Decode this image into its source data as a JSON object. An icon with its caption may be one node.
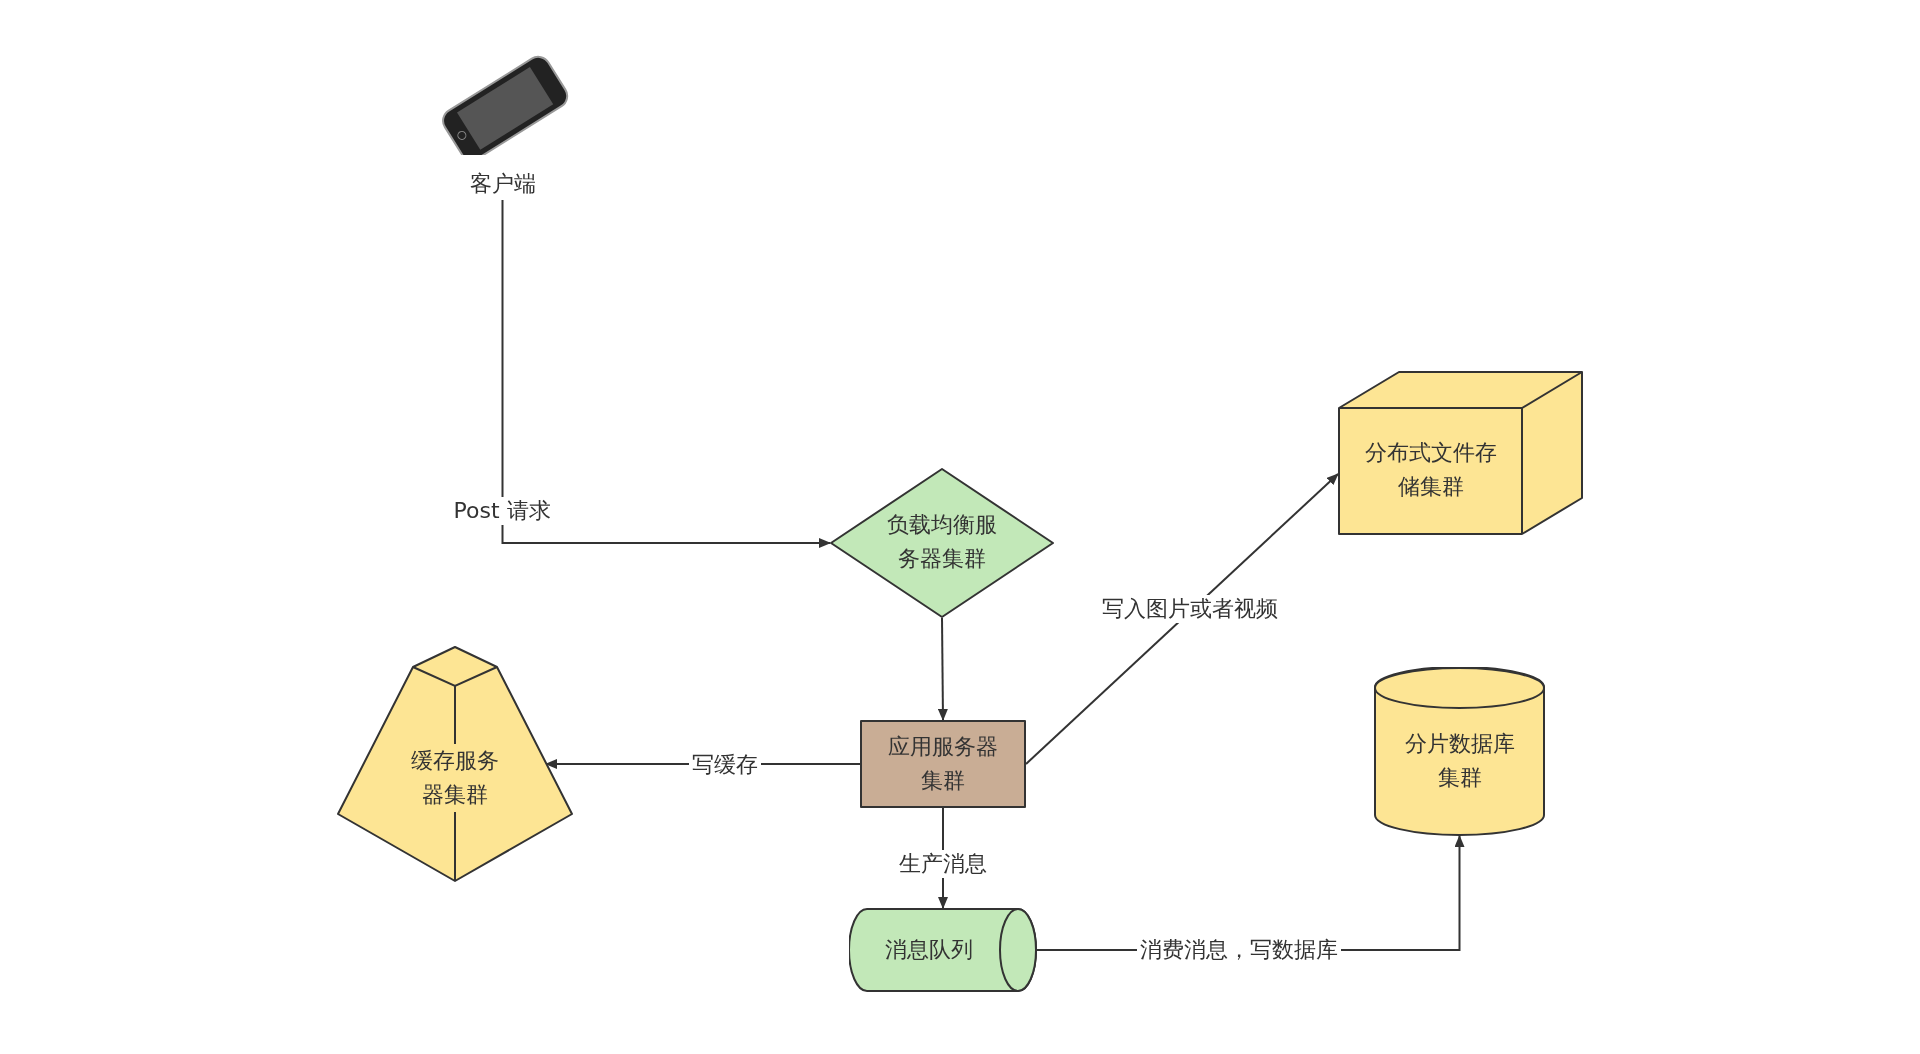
{
  "diagram": {
    "nodes": [
      {
        "text": [
          "客户端"
        ]
      },
      {
        "text": [
          "负载均衡服务器集群"
        ]
      },
      {
        "text": [
          "应用服务器集群"
        ]
      },
      {
        "text": [
          "分布式文件存储集群"
        ]
      },
      {
        "text": [
          "缓存服务器集群"
        ]
      },
      {
        "text": [
          "消息队列"
        ]
      },
      {
        "text": [
          "分片数据库集群"
        ]
      }
    ],
    "edges": [
      {
        "from": 0,
        "to": 1,
        "arrow": "to",
        "label": "Post 请求"
      },
      {
        "from": 1,
        "to": 2,
        "arrow": "to"
      },
      {
        "from": 2,
        "to": 3,
        "arrow": "to",
        "label": "写入图片或者视频"
      },
      {
        "from": 2,
        "to": 4,
        "arrow": "to",
        "label": "写缓存"
      },
      {
        "from": 2,
        "to": 5,
        "arrow": "to",
        "label": "生产消息"
      },
      {
        "from": 5,
        "to": 6,
        "arrow": "to",
        "label": "消费消息，写数据库"
      }
    ]
  }
}
